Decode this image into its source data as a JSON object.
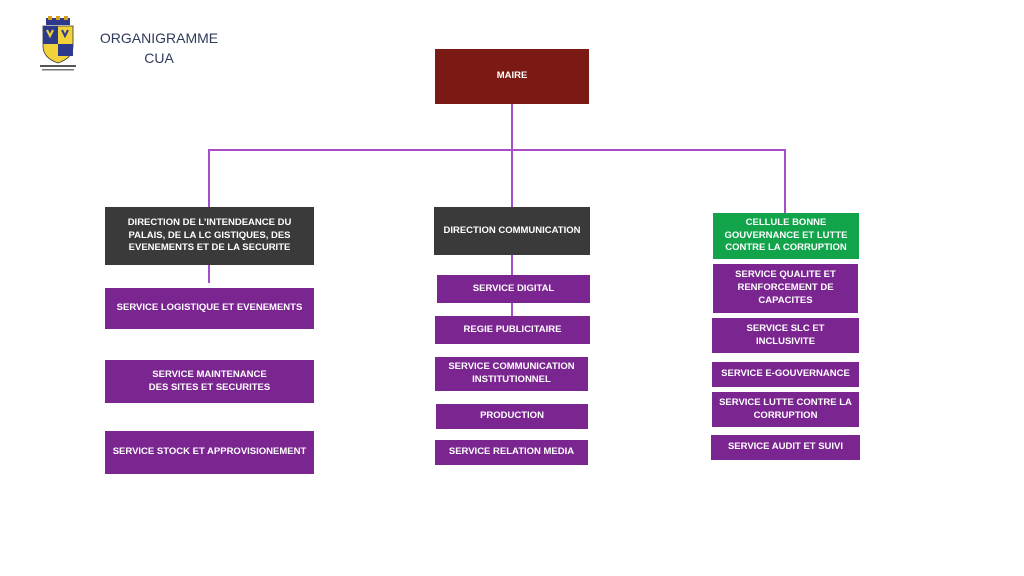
{
  "header": {
    "title_line1": "ORGANIGRAMME",
    "title_line2": "CUA",
    "logo_icon": "coat-of-arms-icon"
  },
  "colors": {
    "maire": "#7b1a14",
    "direction": "#3a3a3a",
    "cellule": "#12a44b",
    "service": "#7b2591",
    "connector": "#a64dc8"
  },
  "root": {
    "label": "MAIRE"
  },
  "branches": [
    {
      "head": "DIRECTION DE L’INTENDEANCE DU PALAIS, DE LA LC GISTIQUES, DES EVENEMENTS ET DE LA SECURITE",
      "services": [
        "SERVICE LOGISTIQUE ET EVENEMENTS",
        "SERVICE MAINTENANCE\nDES SITES ET SECURITES",
        "SERVICE STOCK ET APPROVISIONEMENT"
      ]
    },
    {
      "head": "DIRECTION COMMUNICATION",
      "services": [
        "SERVICE DIGITAL",
        "REGIE PUBLICITAIRE",
        "SERVICE COMMUNICATION INSTITUTIONNEL",
        "PRODUCTION",
        "SERVICE RELATION MEDIA"
      ]
    },
    {
      "head": "CELLULE BONNE GOUVERNANCE ET LUTTE CONTRE LA CORRUPTION",
      "services": [
        "SERVICE QUALITE ET RENFORCEMENT DE CAPACITES",
        "SERVICE SLC ET INCLUSIVITE",
        "SERVICE E-GOUVERNANCE",
        "SERVICE LUTTE CONTRE LA CORRUPTION",
        "SERVICE AUDIT ET SUIVI"
      ]
    }
  ]
}
